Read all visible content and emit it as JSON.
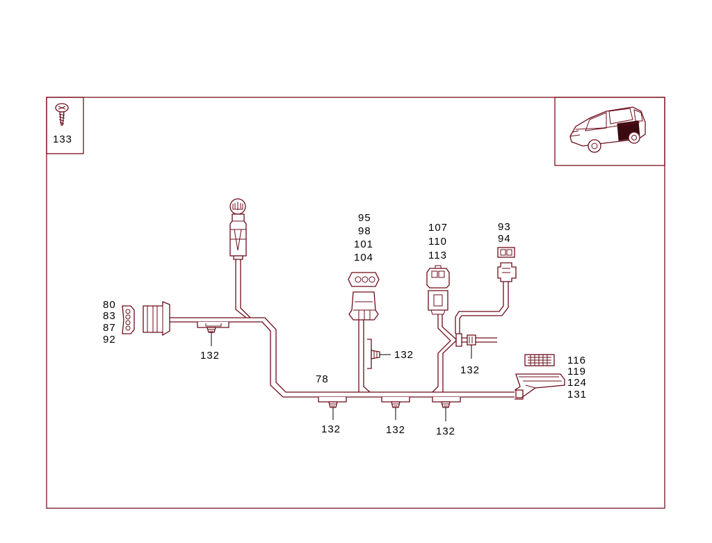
{
  "inset_screw_label": "133",
  "labels": {
    "group_80": [
      "80",
      "83",
      "87",
      "92"
    ],
    "group_95": [
      "95",
      "98",
      "101",
      "104"
    ],
    "group_107": [
      "107",
      "110",
      "113"
    ],
    "group_93": [
      "93",
      "94"
    ],
    "group_116": [
      "116",
      "119",
      "124",
      "131"
    ],
    "harness": "78",
    "clip": "132"
  },
  "colors": {
    "outline": "#6b0a18",
    "frame": "#7a0e1e",
    "text": "#000000"
  }
}
